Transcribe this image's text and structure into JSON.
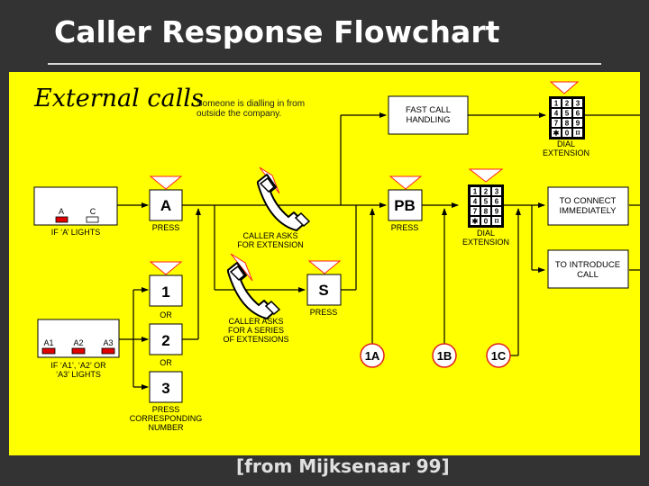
{
  "slide": {
    "title": "Caller Response Flowchart",
    "caption": "[from Mijksenaar 99]",
    "panel_color": "#ffff00",
    "background_color": "#333333"
  },
  "diagram": {
    "heading": "External calls",
    "description": [
      "Someone is dialling in from",
      "outside the company."
    ],
    "panel_a": {
      "lights": [
        "A",
        "C"
      ],
      "lit": [
        "A"
      ],
      "caption": "IF ‘A’ LIGHTS"
    },
    "panel_a123": {
      "lights": [
        "A1",
        "A2",
        "A3"
      ],
      "lit": [
        "A1",
        "A2",
        "A3"
      ],
      "caption": [
        "IF ‘A1’, ‘A2’ OR",
        "‘A3’ LIGHTS"
      ]
    },
    "buttons": {
      "a": {
        "label": "A",
        "caption": "PRESS"
      },
      "one": {
        "label": "1",
        "caption": "OR"
      },
      "two": {
        "label": "2",
        "caption": "OR"
      },
      "three": {
        "label": "3",
        "caption": [
          "PRESS",
          "CORRESPONDING",
          "NUMBER"
        ]
      },
      "s": {
        "label": "S",
        "caption": "PRESS"
      },
      "pb": {
        "label": "PB",
        "caption": "PRESS"
      }
    },
    "phones": {
      "extension": {
        "caption": [
          "CALLER ASKS",
          "FOR EXTENSION"
        ],
        "icon": "telephone-handset-icon"
      },
      "series": {
        "caption": [
          "CALLER ASKS",
          "FOR A SERIES",
          "OF EXTENSIONS"
        ],
        "icon": "telephone-handset-icon"
      }
    },
    "boxes": {
      "fast_call": [
        "FAST CALL",
        "HANDLING"
      ],
      "connect": [
        "TO CONNECT",
        "IMMEDIATELY"
      ],
      "introduce": [
        "TO INTRODUCE",
        "CALL"
      ]
    },
    "keypads": {
      "keys": [
        "1",
        "2",
        "3",
        "4",
        "5",
        "6",
        "7",
        "8",
        "9",
        "✱",
        "0",
        "⌑"
      ],
      "top_caption": [
        "DIAL",
        "EXTENSION"
      ],
      "mid_caption": [
        "DIAL",
        "EXTENSION"
      ]
    },
    "connectors": [
      "1A",
      "1B",
      "1C"
    ],
    "colors": {
      "lamp_lit": "#e00000",
      "marker_outline": "#ff2020",
      "connector_ring": "#e02020",
      "line": "#000000"
    }
  }
}
